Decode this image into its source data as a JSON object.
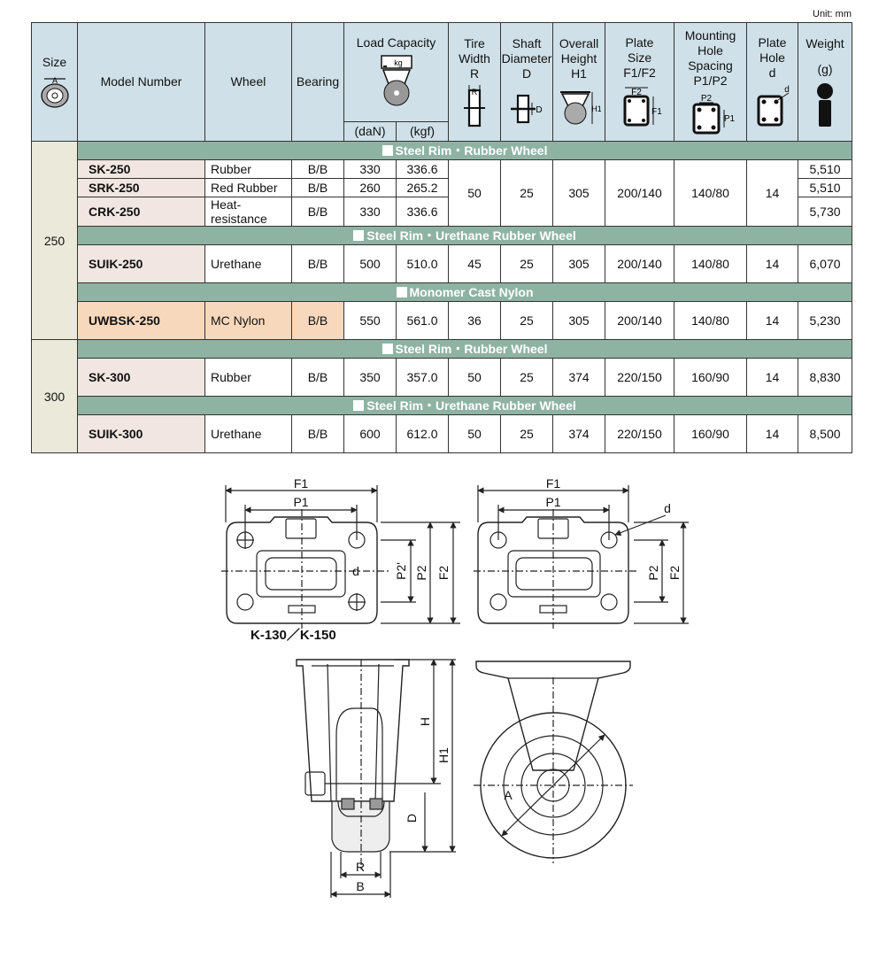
{
  "unit_label": "Unit: mm",
  "headers": {
    "size": "Size",
    "model": "Model Number",
    "wheel": "Wheel",
    "bearing": "Bearing",
    "load": "Load Capacity",
    "load_icon_text": "kg",
    "dan": "(daN)",
    "kgf": "(kgf)",
    "tire": [
      "Tire",
      "Width",
      "R"
    ],
    "shaft": [
      "Shaft",
      "Diameter",
      "D"
    ],
    "height": [
      "Overall",
      "Height",
      "H1"
    ],
    "plate": [
      "Plate",
      "Size",
      "F1/F2"
    ],
    "mount": [
      "Mounting",
      "Hole Spacing",
      "P1/P2"
    ],
    "hole": [
      "Plate",
      "Hole",
      "d"
    ],
    "weight": [
      "Weight",
      "(g)"
    ],
    "icon_labels": {
      "size_a": "A",
      "tire_r": "R",
      "shaft_d": "D",
      "height_h1": "H1",
      "plate_f2": "F2",
      "plate_f1": "F1",
      "mount_p2": "P2",
      "mount_p1": "P1",
      "hole_d": "d"
    }
  },
  "sizes": [
    "250",
    "300"
  ],
  "sections": {
    "s250_rubber": "Steel Rim・Rubber Wheel",
    "s250_urethane": "Steel Rim・Urethane Rubber Wheel",
    "s250_mc": "Monomer Cast Nylon",
    "s300_rubber": "Steel Rim・Rubber Wheel",
    "s300_urethane": "Steel Rim・Urethane Rubber Wheel"
  },
  "rows": [
    {
      "model": "SK-250",
      "wheel": "Rubber",
      "bearing": "B/B",
      "dan": "330",
      "kgf": "336.6",
      "weight": "5,510"
    },
    {
      "model": "SRK-250",
      "wheel": "Red Rubber",
      "bearing": "B/B",
      "dan": "260",
      "kgf": "265.2",
      "weight": "5,510"
    },
    {
      "model": "CRK-250",
      "wheel": "Heat-resistance",
      "bearing": "B/B",
      "dan": "330",
      "kgf": "336.6",
      "weight": "5,730"
    },
    {
      "model": "SUIK-250",
      "wheel": "Urethane",
      "bearing": "B/B",
      "dan": "500",
      "kgf": "510.0",
      "tire": "45",
      "shaft": "25",
      "height": "305",
      "plate": "200/140",
      "mount": "140/80",
      "hole": "14",
      "weight": "6,070"
    },
    {
      "model": "UWBSK-250",
      "wheel": "MC Nylon",
      "bearing": "B/B",
      "dan": "550",
      "kgf": "561.0",
      "tire": "36",
      "shaft": "25",
      "height": "305",
      "plate": "200/140",
      "mount": "140/80",
      "hole": "14",
      "weight": "5,230"
    },
    {
      "model": "SK-300",
      "wheel": "Rubber",
      "bearing": "B/B",
      "dan": "350",
      "kgf": "357.0",
      "tire": "50",
      "shaft": "25",
      "height": "374",
      "plate": "220/150",
      "mount": "160/90",
      "hole": "14",
      "weight": "8,830"
    },
    {
      "model": "SUIK-300",
      "wheel": "Urethane",
      "bearing": "B/B",
      "dan": "600",
      "kgf": "612.0",
      "tire": "50",
      "shaft": "25",
      "height": "374",
      "plate": "220/150",
      "mount": "160/90",
      "hole": "14",
      "weight": "8,500"
    }
  ],
  "group250": {
    "tire": "50",
    "shaft": "25",
    "height": "305",
    "plate": "200/140",
    "mount": "140/80",
    "hole": "14"
  },
  "drawing_labels": {
    "f1": "F1",
    "p1": "P1",
    "d": "d",
    "p2prime": "P2'",
    "p2": "P2",
    "f2": "F2",
    "model_note": "K-130／K-150",
    "h": "H",
    "h1": "H1",
    "dd": "D",
    "r": "R",
    "b": "B",
    "a": "A"
  },
  "colors": {
    "header": "#cfe0e8",
    "section": "#8fb3a3",
    "size": "#ebe9d9",
    "model": "#f1e6e1",
    "mc": "#f8d8bc"
  }
}
